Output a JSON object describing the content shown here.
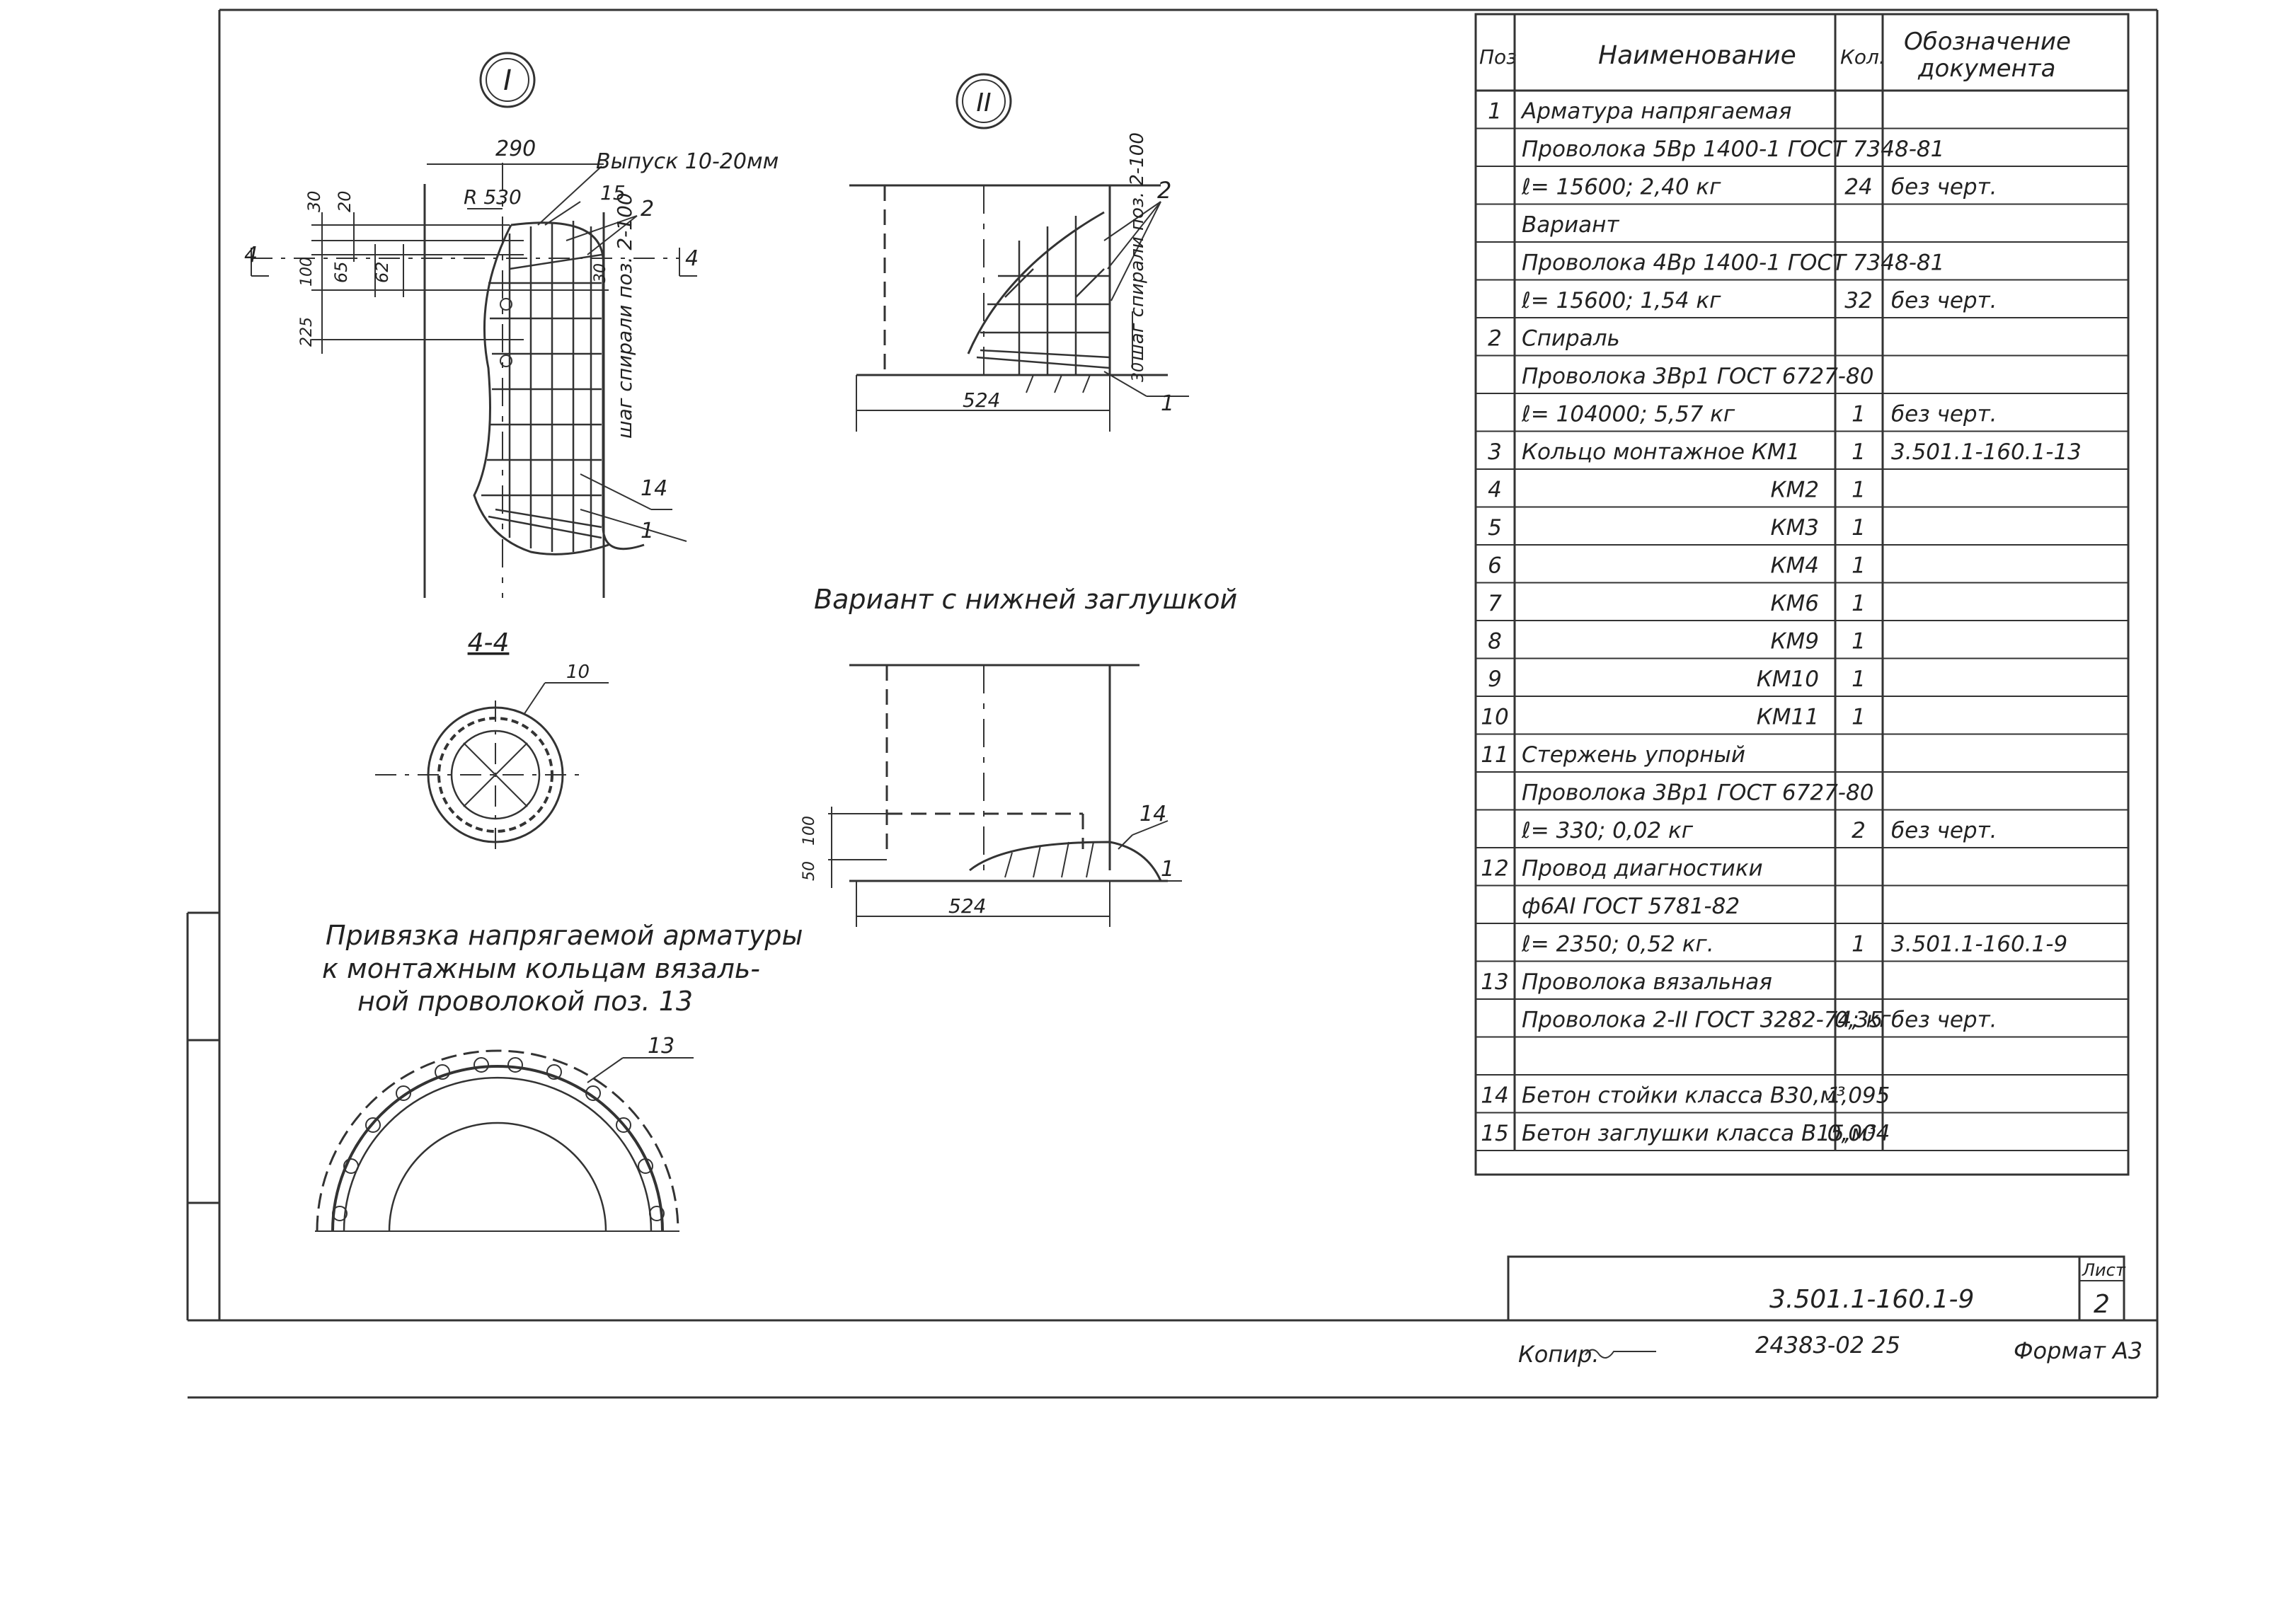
{
  "views": {
    "view1_label": "I",
    "view2_label": "II",
    "view1_dims": {
      "width": "290",
      "radius": "R 530",
      "d30": "30",
      "d20": "20",
      "d65": "65",
      "d62": "62",
      "d100": "100",
      "d225": "225",
      "d30b": "30",
      "vypusk": "Выпуск 10-20мм",
      "pitch": "шаг спирали поз. 2-100",
      "pos15": "15",
      "pos2": "2",
      "pos14": "14",
      "pos1": "1",
      "sec_mark": "4"
    },
    "view2_dims": {
      "width": "524",
      "pitch": "шаг спирали поз. 2-100",
      "d30": "30",
      "pos2": "2",
      "pos1": "1"
    },
    "section_title": "4-4",
    "section_pos": "10",
    "variant_title": "Вариант с нижней заглушкой",
    "variant_dims": {
      "d100": "100",
      "d50": "50",
      "width": "524",
      "pos14": "14",
      "pos1": "1"
    },
    "binding_title": [
      "Привязка напрягаемой арматуры",
      "к монтажным кольцам вязаль-",
      "ной проволокой   поз. 13"
    ],
    "binding_pos": "13"
  },
  "spec_table": {
    "headers": {
      "pos": "Поз",
      "name": "Наименование",
      "qty": "Кол.",
      "doc": "Обозначение документа"
    },
    "rows": [
      {
        "pos": "1",
        "name": "Арматура напрягаемая",
        "qty": "",
        "doc": ""
      },
      {
        "pos": "",
        "name": "Проволока 5Вр 1400-1 ГОСТ 7348-81",
        "qty": "",
        "doc": ""
      },
      {
        "pos": "",
        "name": "ℓ= 15600;   2,40 кг",
        "qty": "24",
        "doc": "без черт."
      },
      {
        "pos": "",
        "name": "Вариант",
        "qty": "",
        "doc": ""
      },
      {
        "pos": "",
        "name": "Проволока 4Вр 1400-1 ГОСТ 7348-81",
        "qty": "",
        "doc": ""
      },
      {
        "pos": "",
        "name": "ℓ= 15600;   1,54 кг",
        "qty": "32",
        "doc": "без черт."
      },
      {
        "pos": "2",
        "name": "Спираль",
        "qty": "",
        "doc": ""
      },
      {
        "pos": "",
        "name": "Проволока 3Вр1 ГОСТ 6727-80",
        "qty": "",
        "doc": ""
      },
      {
        "pos": "",
        "name": "ℓ= 104000;   5,57 кг",
        "qty": "1",
        "doc": "без черт."
      },
      {
        "pos": "3",
        "name": "Кольцо монтажное КМ1",
        "qty": "1",
        "doc": "3.501.1-160.1-13"
      },
      {
        "pos": "4",
        "name": "КМ2",
        "qty": "1",
        "doc": ""
      },
      {
        "pos": "5",
        "name": "КМ3",
        "qty": "1",
        "doc": ""
      },
      {
        "pos": "6",
        "name": "КМ4",
        "qty": "1",
        "doc": ""
      },
      {
        "pos": "7",
        "name": "КМ6",
        "qty": "1",
        "doc": ""
      },
      {
        "pos": "8",
        "name": "КМ9",
        "qty": "1",
        "doc": ""
      },
      {
        "pos": "9",
        "name": "КМ10",
        "qty": "1",
        "doc": ""
      },
      {
        "pos": "10",
        "name": "КМ11",
        "qty": "1",
        "doc": ""
      },
      {
        "pos": "11",
        "name": "Стержень упорный",
        "qty": "",
        "doc": ""
      },
      {
        "pos": "",
        "name": "Проволока 3Вр1 ГОСТ 6727-80",
        "qty": "",
        "doc": ""
      },
      {
        "pos": "",
        "name": "ℓ= 330;   0,02 кг",
        "qty": "2",
        "doc": "без черт."
      },
      {
        "pos": "12",
        "name": "Провод диагностики",
        "qty": "",
        "doc": ""
      },
      {
        "pos": "",
        "name": "ф6АI   ГОСТ 5781-82",
        "qty": "",
        "doc": ""
      },
      {
        "pos": "",
        "name": "ℓ= 2350;   0,52 кг.",
        "qty": "1",
        "doc": "3.501.1-160.1-9"
      },
      {
        "pos": "13",
        "name": "Проволока вязальная",
        "qty": "",
        "doc": ""
      },
      {
        "pos": "",
        "name": "Проволока 2-II ГОСТ 3282-74; кг",
        "qty": "0,35",
        "doc": "без черт."
      },
      {
        "pos": "",
        "name": "",
        "qty": "",
        "doc": ""
      },
      {
        "pos": "14",
        "name": "Бетон стойки класса В30,м³",
        "qty": "1,095",
        "doc": ""
      },
      {
        "pos": "15",
        "name": "Бетон заглушки класса В15,м³",
        "qty": "0,004",
        "doc": ""
      }
    ]
  },
  "title_block": {
    "doc_number": "3.501.1-160.1-9",
    "sheet_label": "Лист",
    "sheet_number": "2"
  },
  "footer": {
    "copied": "Копир.",
    "archive": "24383-02   25",
    "format": "Формат А3"
  }
}
